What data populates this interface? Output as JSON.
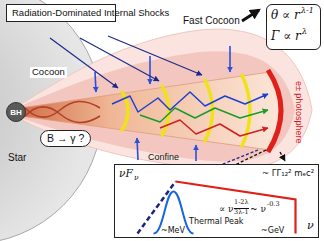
{
  "diagram": {
    "nodes": [
      {
        "text": [
          "Radiation-Dominated Internal Shocks"
        ]
      },
      {
        "text": [
          "θ ∝ r",
          "λ-1",
          "Γ ∝ r",
          "λ"
        ]
      },
      {
        "text": [
          "BH"
        ]
      },
      {
        "text": [
          "B → γ ?"
        ]
      },
      {
        "text": [
          "νF",
          "ν",
          "ν",
          "∝ ν",
          "1-2λ",
          "3λ-1",
          "~ ν",
          "-0.3",
          "~ ΓΓ₁₂² mₑc²",
          "Thermal Peak",
          "~MeV",
          "~GeV"
        ]
      }
    ],
    "labels": [
      "Fast Cocoon",
      "Cocoon",
      "Star",
      "Confine",
      "e± photosphere"
    ]
  }
}
